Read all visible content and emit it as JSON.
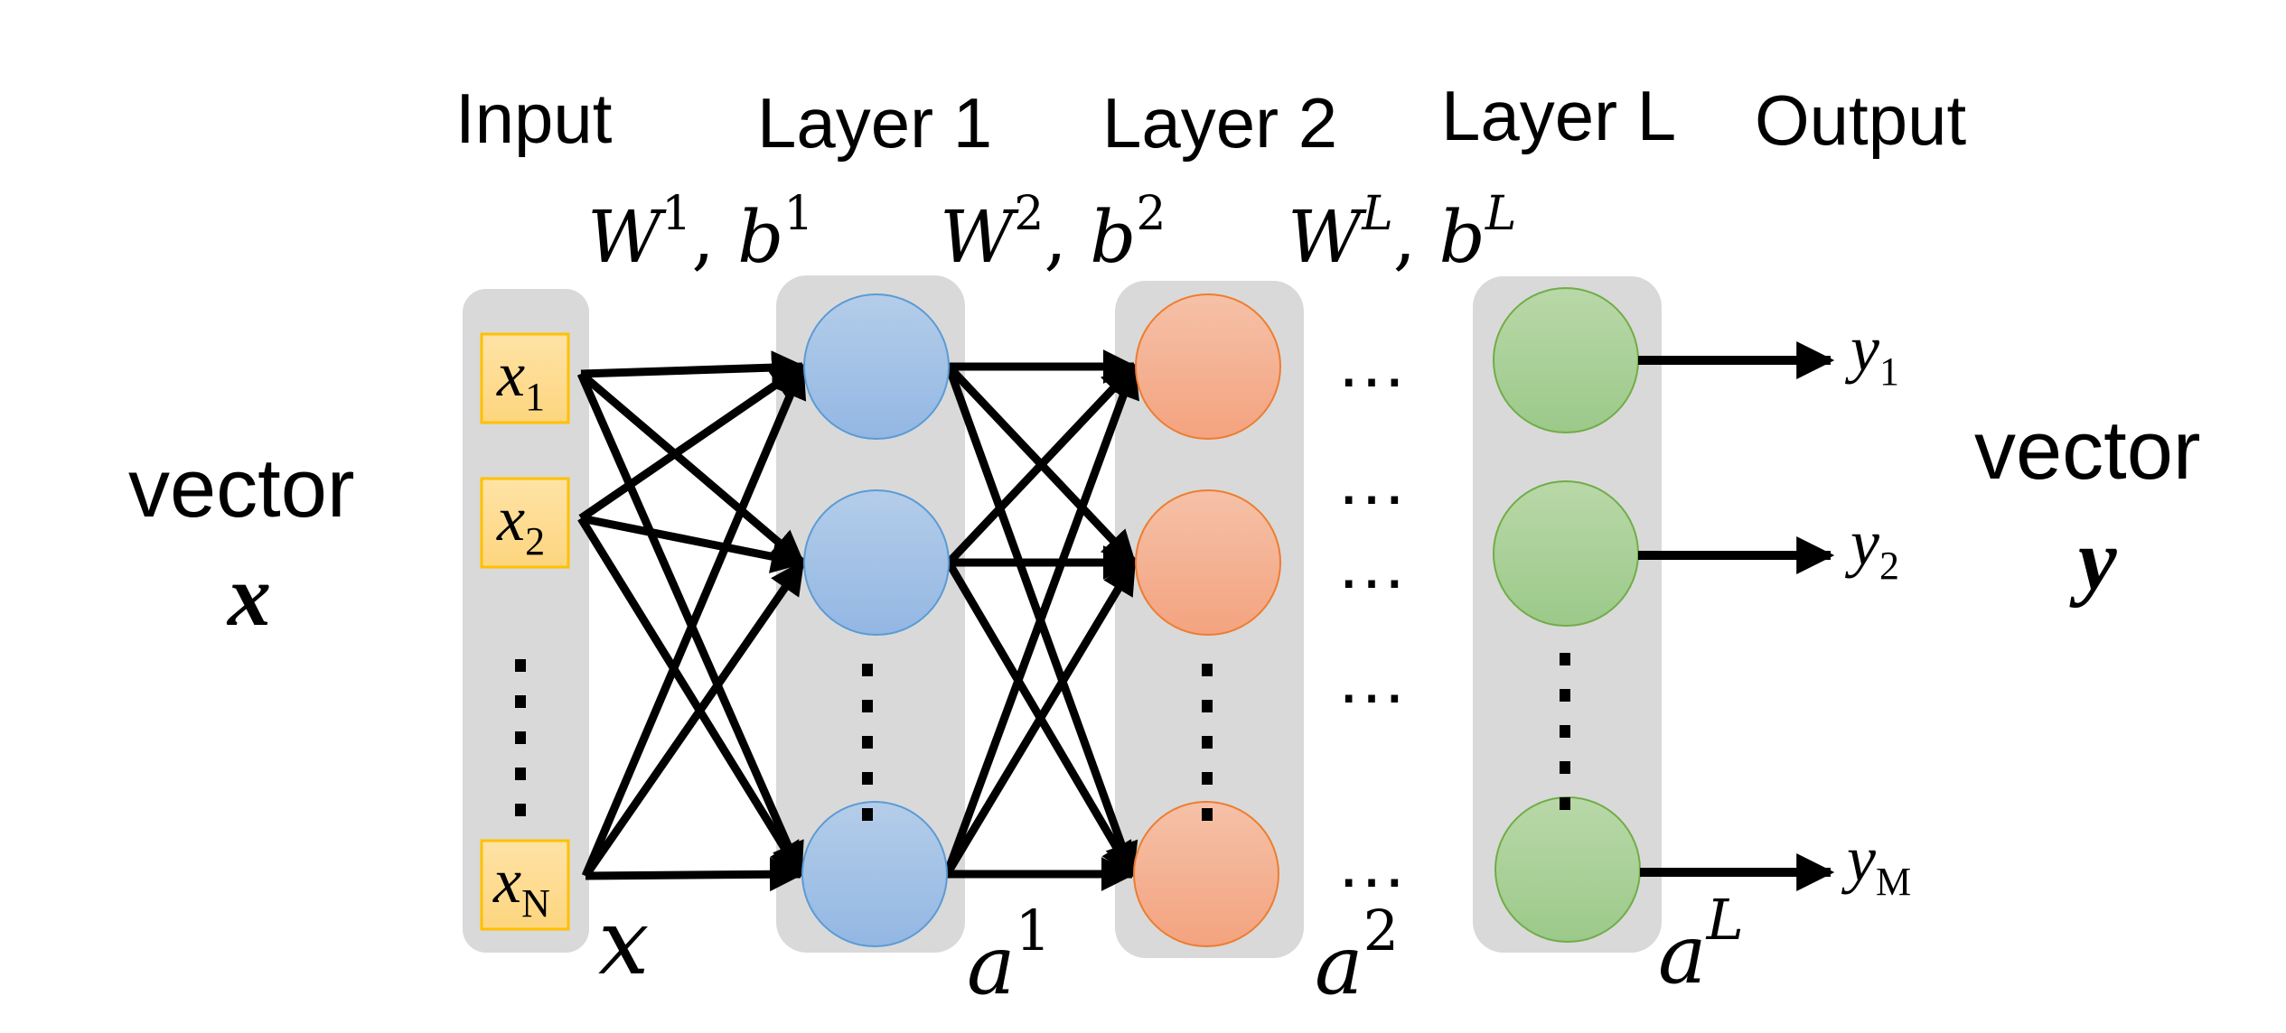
{
  "headers": {
    "input": "Input",
    "layer1": "Layer 1",
    "layer2": "Layer 2",
    "layerL": "Layer L",
    "output": "Output"
  },
  "params": [
    {
      "W": "W",
      "b": "b",
      "sup": "1"
    },
    {
      "W": "W",
      "b": "b",
      "sup": "2"
    },
    {
      "W": "W",
      "b": "b",
      "sup": "L"
    }
  ],
  "left_label": {
    "word": "vector",
    "symbol": "x"
  },
  "right_label": {
    "word": "vector",
    "symbol": "y"
  },
  "inputs": [
    {
      "base": "x",
      "sub": "1"
    },
    {
      "base": "x",
      "sub": "2"
    },
    {
      "base": "x",
      "sub": "N"
    }
  ],
  "outputs": [
    {
      "base": "y",
      "sub": "1"
    },
    {
      "base": "y",
      "sub": "2"
    },
    {
      "base": "y",
      "sub": "M"
    }
  ],
  "activations": [
    {
      "base": "x",
      "sup": ""
    },
    {
      "base": "a",
      "sup": "1"
    },
    {
      "base": "a",
      "sup": "2"
    },
    {
      "base": "a",
      "sup": "L"
    }
  ],
  "ellipsis": "…",
  "colors": {
    "column_bg": "#d9d9d9",
    "input_fill_top": "#fee3a6",
    "input_fill_bottom": "#fdd57e",
    "input_stroke": "#ffc000",
    "layer1_fill_top": "#b4cde9",
    "layer1_fill_bottom": "#93b7e3",
    "layer1_stroke": "#5b9bd5",
    "layer2_fill_top": "#f5c1a8",
    "layer2_fill_bottom": "#f4a37f",
    "layer2_stroke": "#ed7d31",
    "layerL_fill_top": "#b9d8a8",
    "layerL_fill_bottom": "#9cc98a",
    "layerL_stroke": "#70ad47",
    "edge": "#000000"
  }
}
